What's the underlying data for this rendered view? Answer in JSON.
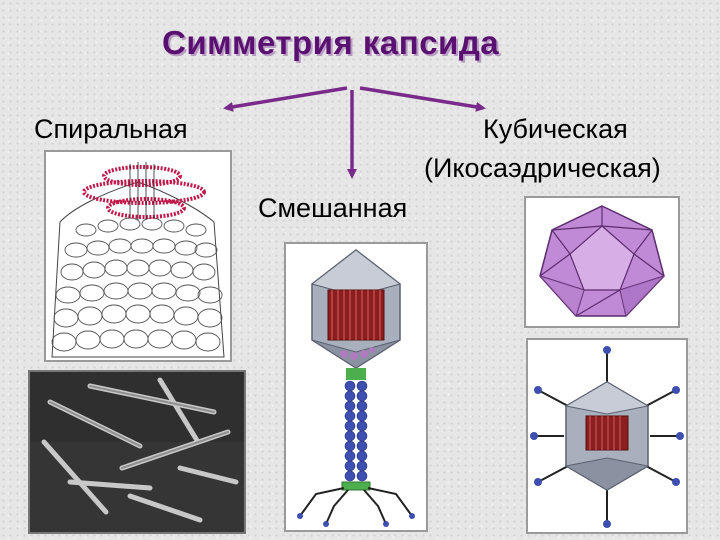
{
  "title": "Симметрия капсида",
  "branches": {
    "spiral": "Спиральная",
    "cubic_line1": "Кубическая",
    "cubic_line2": "(Икосаэдрическая)",
    "mixed": "Смешанная"
  },
  "colors": {
    "title": "#5a1070",
    "arrows": "#7a2a8a",
    "icosahedron": "#c08ad6",
    "phage_body": "#a9b0bd",
    "dna": "#8b1e1e",
    "tail": "#3d4fb0",
    "spiral_coil": "#c0184a"
  },
  "icons": [
    "arrow-left-icon",
    "arrow-down-icon",
    "arrow-right-icon"
  ]
}
